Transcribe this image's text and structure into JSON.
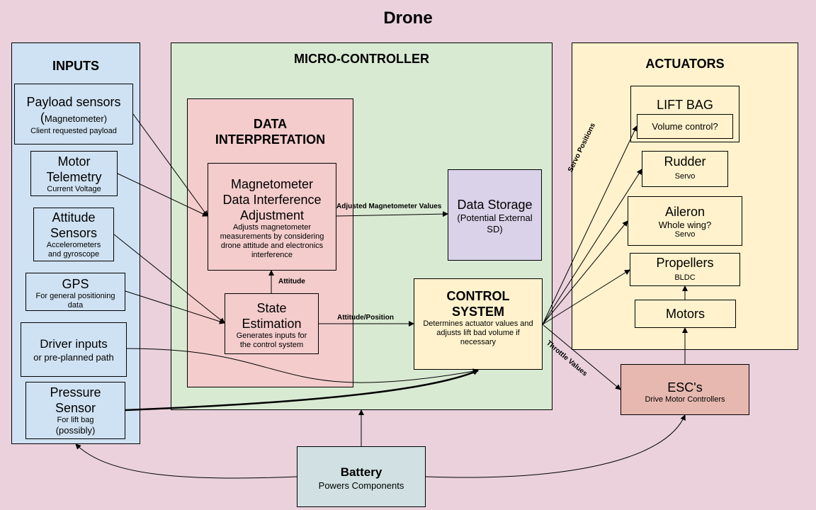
{
  "diagram": {
    "title": "Drone",
    "inputs": {
      "heading": "INPUTS",
      "payload": {
        "title": "Payload sensors",
        "paren_open": "(",
        "sub1": "Magnetometer)",
        "sub2": "Client requested payload"
      },
      "motor_telemetry": {
        "title1": "Motor",
        "title2": "Telemetry",
        "sub": "Current Voltage"
      },
      "attitude": {
        "title1": "Attitude",
        "title2": "Sensors",
        "sub1": "Accelerometers",
        "sub2": "and gyroscope"
      },
      "gps": {
        "title": "GPS",
        "sub1": "For general positioning",
        "sub2": "data"
      },
      "driver": {
        "title": "Driver inputs",
        "sub": "or pre-planned path"
      },
      "pressure": {
        "title1": "Pressure",
        "title2": "Sensor",
        "sub1": "For lift bag",
        "sub2": "(possibly)"
      }
    },
    "micro": {
      "heading": "MICRO-CONTROLLER",
      "data_interp": {
        "line1": "DATA",
        "line2": "INTERPRETATION"
      },
      "mag_adjust": {
        "title1": "Magnetometer",
        "title2": "Data Interference",
        "title3": "Adjustment",
        "desc1": "Adjusts magnetometer",
        "desc2": "measurements by considering",
        "desc3": "drone attitude and electronics",
        "desc4": "interference"
      },
      "state_est": {
        "title1": "State",
        "title2": "Estimation",
        "desc1": "Generates inputs for",
        "desc2": "the control system"
      },
      "data_storage": {
        "title": "Data Storage",
        "sub1": "(Potential External",
        "sub2": "SD)"
      },
      "control": {
        "title1": "CONTROL",
        "title2": "SYSTEM",
        "desc1": "Determines actuator values and",
        "desc2": "adjusts lift bad volume if",
        "desc3": "necessary"
      }
    },
    "actuators": {
      "heading": "ACTUATORS",
      "lift_bag": {
        "title": "LIFT BAG",
        "inner": "Volume control?"
      },
      "rudder": {
        "title": "Rudder",
        "sub": "Servo"
      },
      "aileron": {
        "title": "Aileron",
        "sub1": "Whole wing?",
        "sub2": "Servo"
      },
      "propellers": {
        "title": "Propellers",
        "sub": "BLDC"
      },
      "motors": {
        "title": "Motors"
      }
    },
    "esc": {
      "title": "ESC's",
      "sub": "Drive Motor Controllers"
    },
    "battery": {
      "title": "Battery",
      "sub": "Powers Components"
    },
    "edge_labels": {
      "adjusted_mag": "Adjusted Magnetometer Values",
      "attitude": "Attitude",
      "attitude_position": "Attitude/Position",
      "servo_positions": "Servo Positions",
      "throttle_values": "Throttle Values"
    }
  },
  "colors": {
    "background": "#ead1dc",
    "inputs_panel": "#cfe2f3",
    "micro_panel": "#d9ead3",
    "actuators_panel": "#fff2cc",
    "data_interp": "#f4cccc",
    "data_storage": "#d9d2e9",
    "esc": "#e6b8af",
    "battery": "#d0e0e3"
  }
}
